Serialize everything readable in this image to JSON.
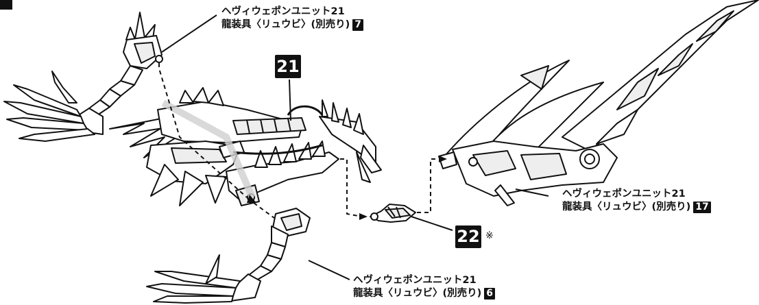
{
  "parts": {
    "part_21": "21",
    "part_22": "22",
    "part_22_note": "※"
  },
  "callouts": {
    "top_left": {
      "name": "ヘヴィウェポンユニット21",
      "desc": "龍装具〈リュウビ〉(別売り)",
      "ref": "7"
    },
    "right": {
      "name": "ヘヴィウェポンユニット21",
      "desc": "龍装具〈リュウビ〉(別売り)",
      "ref": "17"
    },
    "bottom": {
      "name": "ヘヴィウェポンユニット21",
      "desc": "龍装具〈リュウビ〉(別売り)",
      "ref": "6"
    }
  },
  "colors": {
    "ink": "#111111",
    "paper": "#ffffff",
    "tint": "#dcdcdc"
  }
}
